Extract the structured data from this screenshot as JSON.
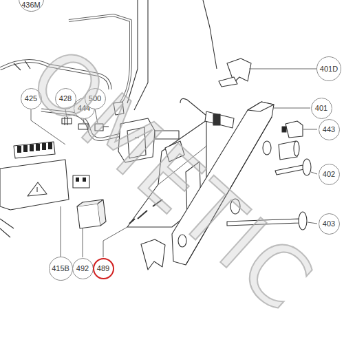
{
  "diagram": {
    "nodes": [
      {
        "text": [
          "436M"
        ]
      },
      {
        "text": [
          "425"
        ]
      },
      {
        "text": [
          "428"
        ]
      },
      {
        "text": [
          "444"
        ]
      },
      {
        "text": [
          "500"
        ]
      },
      {
        "text": [
          "401D"
        ]
      },
      {
        "text": [
          "401"
        ]
      },
      {
        "text": [
          "443"
        ]
      },
      {
        "text": [
          "402"
        ]
      },
      {
        "text": [
          "403"
        ]
      },
      {
        "text": [
          "415B"
        ]
      },
      {
        "text": [
          "492"
        ]
      },
      {
        "text": [
          "489"
        ]
      }
    ],
    "edges": [],
    "labels": [
      "OMETIC"
    ]
  }
}
